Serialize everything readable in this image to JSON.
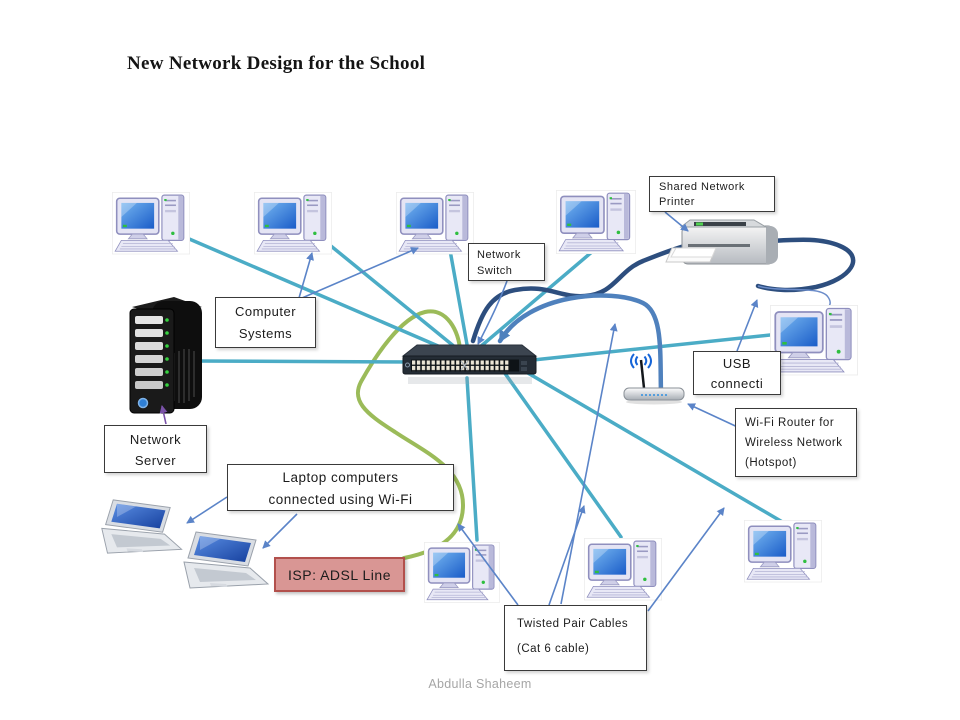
{
  "title": "New Network Design for the School",
  "footer": "Abdulla Shaheem",
  "labels": {
    "computer_systems": {
      "line1": "Computer",
      "line2": "Systems"
    },
    "network_switch": {
      "line1": "Network",
      "line2": "Switch"
    },
    "shared_printer": {
      "line1": "Shared Network",
      "line2": "Printer"
    },
    "usb_connection": {
      "line1": "USB",
      "line2": "connecti"
    },
    "wifi_router": {
      "line1": "Wi-Fi Router for",
      "line2": "Wireless Network",
      "line3": "(Hotspot)"
    },
    "network_server": {
      "line1": "Network",
      "line2": "Server"
    },
    "laptops_wifi": {
      "line1": "Laptop computers",
      "line2": "connected using Wi-Fi"
    },
    "isp": {
      "text": "ISP: ADSL Line"
    },
    "twisted_pair": {
      "line1": "Twisted Pair Cables",
      "line2": "(Cat 6 cable)"
    }
  },
  "colors": {
    "cable_twisted_pair": "#4bacc6",
    "cable_usb_printer": "#2d4e7e",
    "cable_router": "#4f81bd",
    "cable_adsl": "#9bbb59",
    "annotation_arrow": "#5b84c8",
    "server_arrow": "#7a52a8",
    "isp_fill": "#d99694",
    "isp_border": "#b2504c",
    "footer_text": "#a6a6a6"
  },
  "icons": {
    "desktop": "desktop-computer-icon",
    "laptop": "laptop-icon",
    "server": "server-tower-icon",
    "switch": "network-switch-icon",
    "printer": "printer-icon",
    "router": "wifi-router-icon"
  }
}
